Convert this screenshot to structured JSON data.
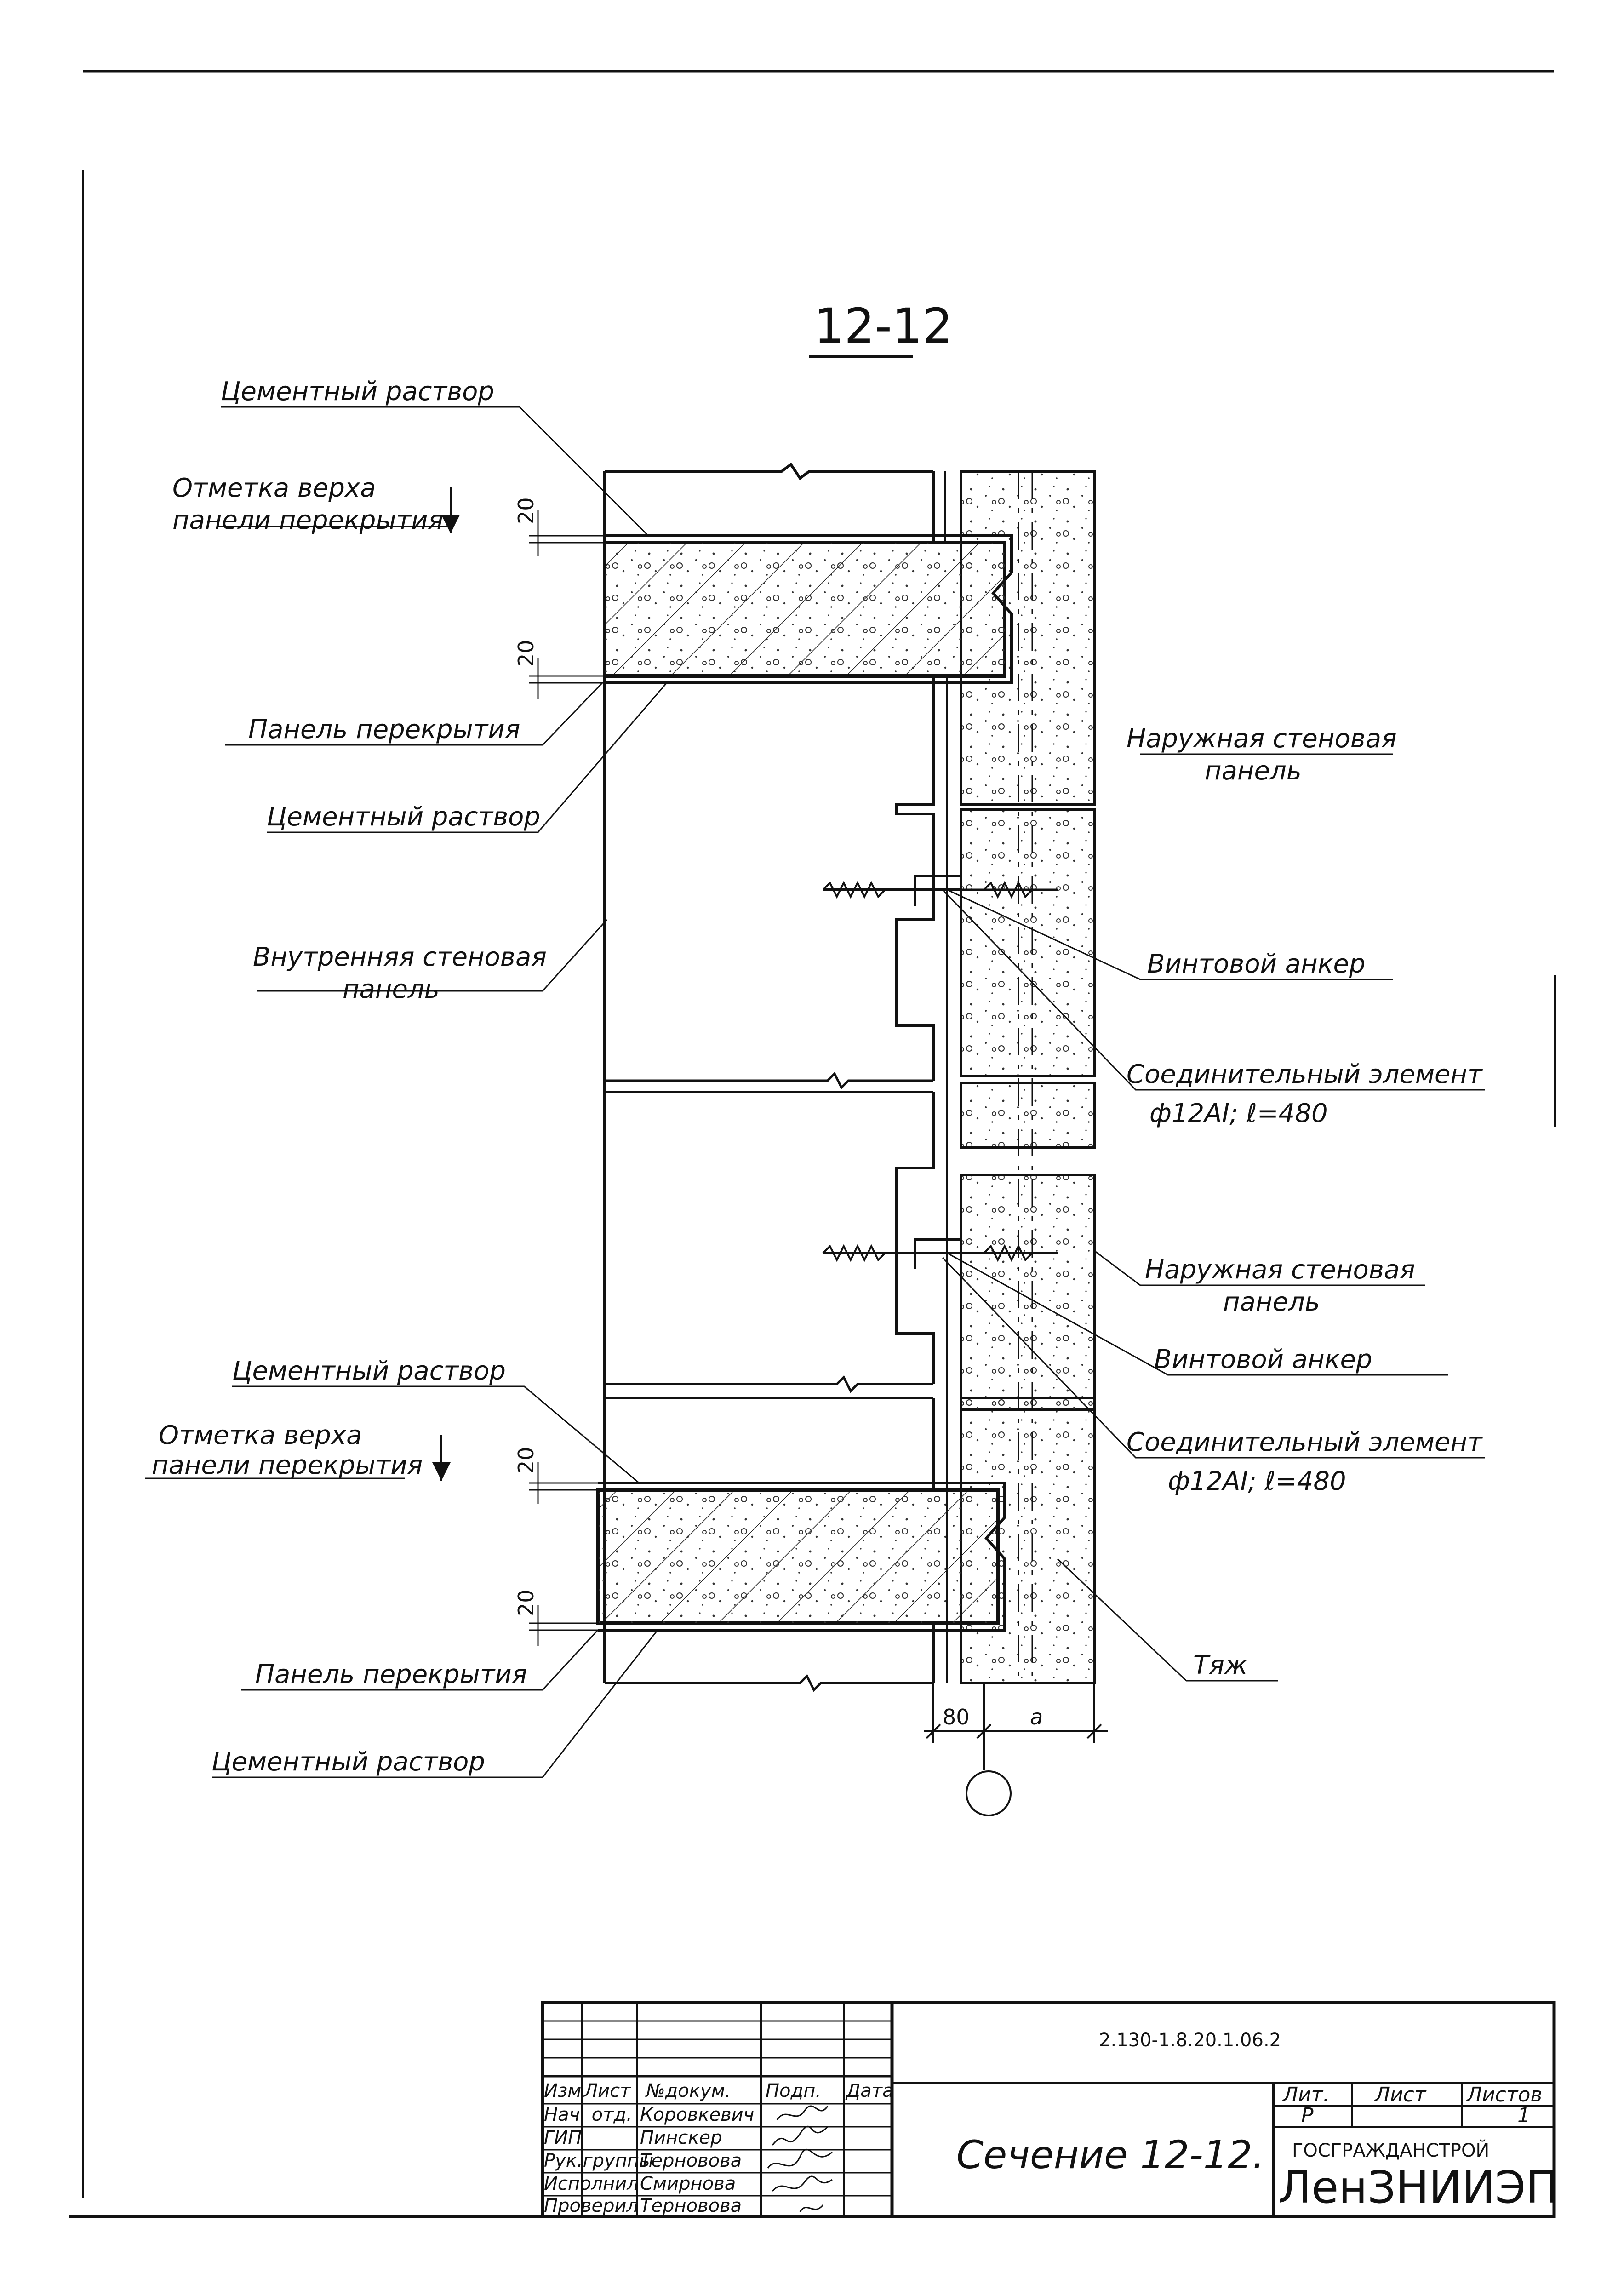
{
  "section_title": "12-12",
  "labels": {
    "cement_mortar_1": "Цементный раствор",
    "top_mark_1_line1": "Отметка верха",
    "top_mark_1_line2": "панели перекрытия",
    "floor_panel_1": "Панель перекрытия",
    "cement_mortar_2": "Цементный раствор",
    "inner_wall_line1": "Внутренняя стеновая",
    "inner_wall_line2": "панель",
    "outer_wall_1_line1": "Наружная стеновая",
    "outer_wall_1_line2": "панель",
    "screw_anchor_1": "Винтовой анкер",
    "connector_1_line1": "Соединительный элемент",
    "connector_1_line2": "ф12АI; ℓ=480",
    "outer_wall_2_line1": "Наружная стеновая",
    "outer_wall_2_line2": "панель",
    "screw_anchor_2": "Винтовой анкер",
    "connector_2_line1": "Соединительный элемент",
    "connector_2_line2": "ф12АI; ℓ=480",
    "cement_mortar_3": "Цементный раствор",
    "top_mark_2_line1": "Отметка верха",
    "top_mark_2_line2": "панели перекрытия",
    "floor_panel_2": "Панель перекрытия",
    "cement_mortar_4": "Цементный раствор",
    "tie": "Тяж"
  },
  "dimensions": {
    "gap_top_1": "20",
    "gap_bottom_1": "20",
    "gap_top_2": "20",
    "gap_bottom_2": "20",
    "offset": "80",
    "width": "a"
  },
  "title_block": {
    "doc_code": "2.130-1.8.20.1.06.2",
    "sheet_title": "Сечение 12-12.",
    "headers": [
      "Изм",
      "Лист",
      "№докум.",
      "Подп.",
      "Дата"
    ],
    "rows": [
      {
        "role": "Нач. отд.",
        "name": "Коровкевич"
      },
      {
        "role": "ГИП",
        "name": "Пинскер"
      },
      {
        "role": "Рук.группы",
        "name": "Терновова"
      },
      {
        "role": "Исполнил",
        "name": "Смирнова"
      },
      {
        "role": "Проверил",
        "name": "Терновова"
      }
    ],
    "stage_header": "Лит.",
    "sheet_header": "Лист",
    "sheets_header": "Листов",
    "stage": "Р",
    "sheets": "1",
    "org": "ГОСГРАЖДАНСТРОЙ",
    "org_logo": "ЛенЗНИИЭП"
  }
}
